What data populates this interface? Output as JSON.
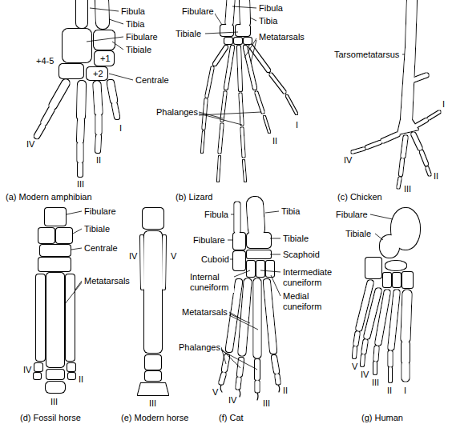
{
  "diagram": {
    "labels": [
      "Fibula",
      "Tibia",
      "Fibulare",
      "Tibiale",
      "+4-5",
      "+1",
      "+2",
      "Centrale",
      "I",
      "II",
      "III",
      "IV",
      "(a) Modern amphibian",
      "Fibulare",
      "Fibula",
      "Tibia",
      "Tibiale",
      "Metatarsals",
      "Phalanges",
      "I",
      "II",
      "(b) Lizard",
      "Tarsometatarsus",
      "I",
      "II",
      "III",
      "IV",
      "(c) Chicken",
      "Fibulare",
      "Tibiale",
      "Centrale",
      "Metatarsals",
      "IV",
      "III",
      "II",
      "(d) Fossil horse",
      "IV",
      "V",
      "III",
      "(e) Modern horse",
      "Fibula",
      "Tibia",
      "Fibulare",
      "Tibiale",
      "Cuboid",
      "Scaphoid",
      "Internal cuneiform",
      "Intermediate cuneiform",
      "Medial cuneiform",
      "Metatarsals",
      "Phalanges",
      "V",
      "IV",
      "III",
      "II",
      "(f) Cat",
      "Fibulare",
      "Tibiale",
      "V",
      "IV",
      "III",
      "II",
      "I",
      "(g) Human"
    ]
  }
}
